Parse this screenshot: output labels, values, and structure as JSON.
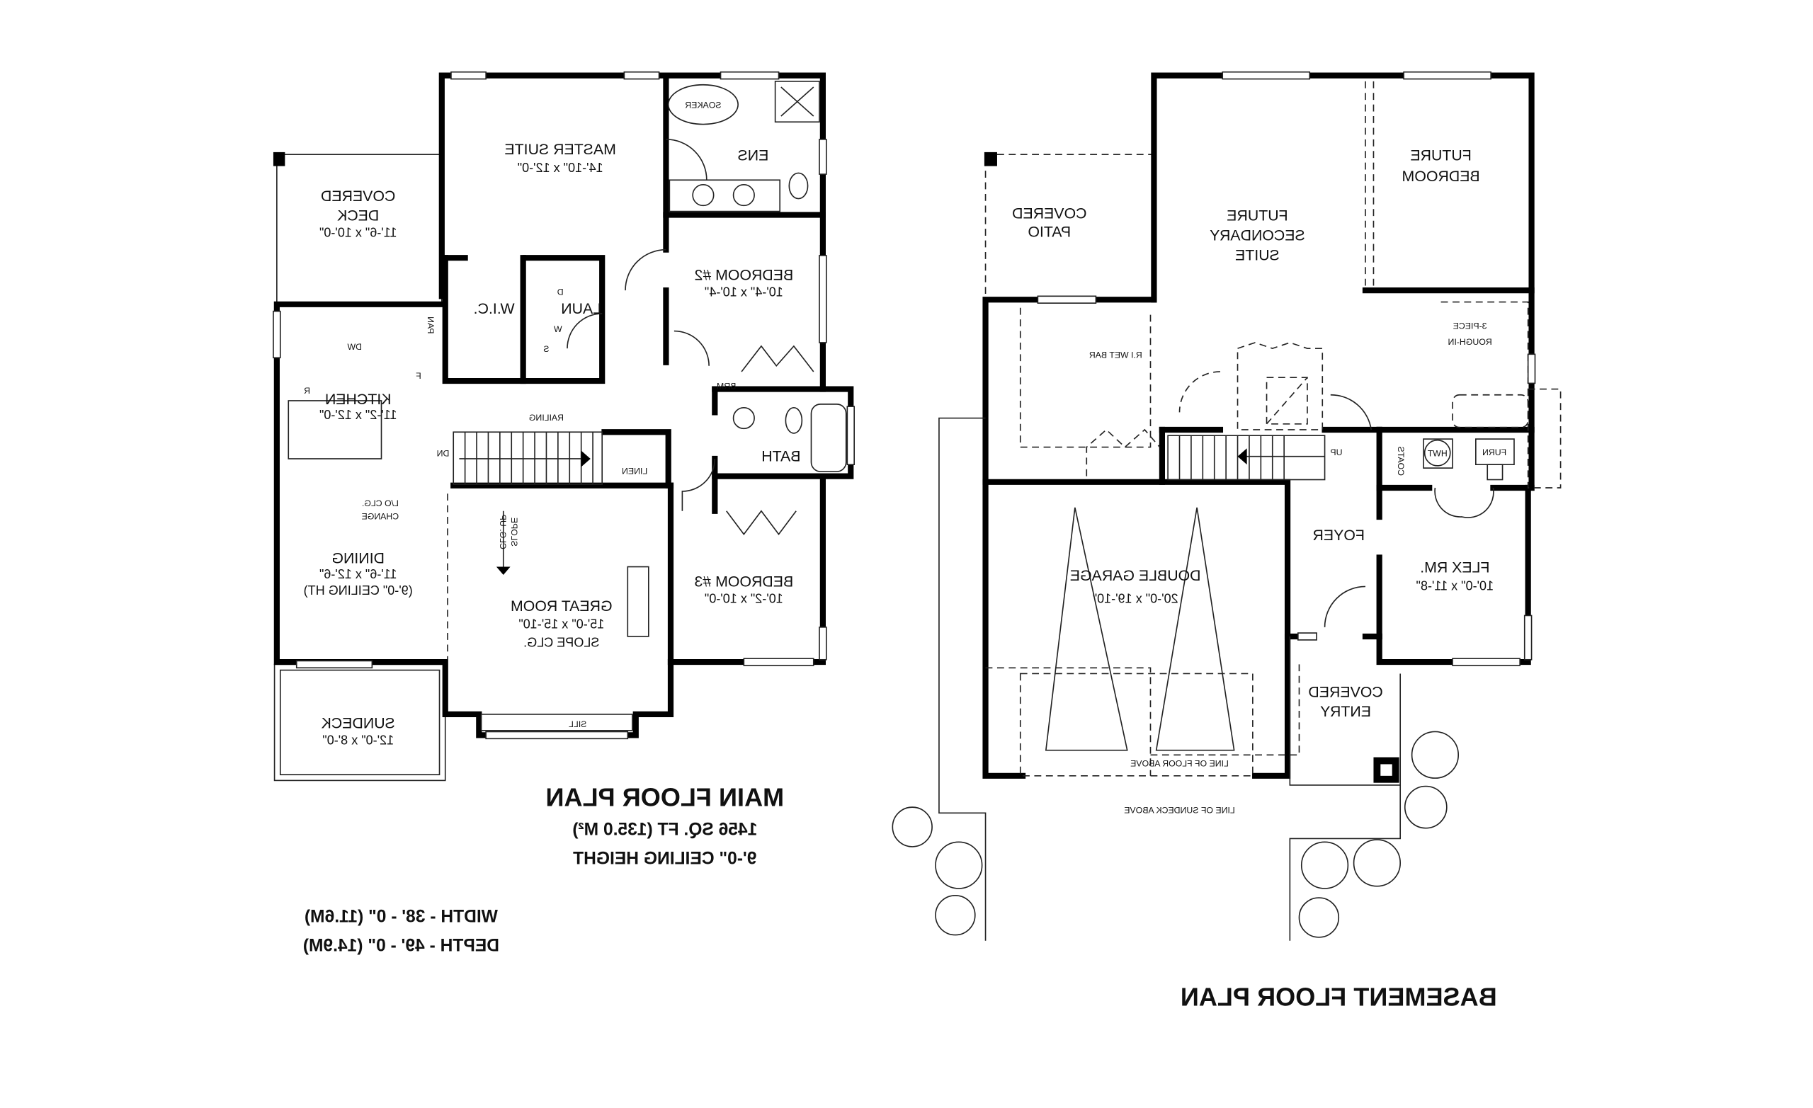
{
  "main_floor": {
    "title": "MAIN FLOOR PLAN",
    "area": "1456 SQ. FT (135.0 M²)",
    "ceiling": "9'-0\" CEILING HEIGHT",
    "width": "WIDTH - 38' - 0\" (11.6M)",
    "depth": "DEPTH - 49' - 0\" (14.9M)",
    "rooms": {
      "master": {
        "name": "MASTER SUITE",
        "size": "14'-10\" x 12'-0\""
      },
      "ens": {
        "name": "ENS"
      },
      "soaker": {
        "name": "SOAKER"
      },
      "covered_deck": {
        "name1": "COVERED",
        "name2": "DECK",
        "size": "11'-6\" x 10'-0\""
      },
      "bedroom2": {
        "name": "BEDROOM #2",
        "size": "10'-4\" x 10'-4\""
      },
      "wic": {
        "name": "W.I.C."
      },
      "laun": {
        "name": "LAUN"
      },
      "kitchen": {
        "name": "KITCHEN",
        "size": "11'-2\" x 12'-0\""
      },
      "dining": {
        "name": "DINING",
        "size": "11'-6\" x 12'-6\"",
        "note": "(9'-0\" CEILING HT)"
      },
      "great_room": {
        "name": "GREAT ROOM",
        "size": "15'-0\" x 15'-10\"",
        "note": "SLOPE CLG."
      },
      "bedroom3": {
        "name": "BEDROOM #3",
        "size": "10'-2\" x 10'-0\""
      },
      "sundeck": {
        "name": "SUNDECK",
        "size": "12'-0\" x 8'-0\""
      },
      "bath": {
        "name": "BATH"
      }
    },
    "labels": {
      "railing": "RAILING",
      "dn": "DN",
      "linen": "LINEN",
      "brm": "BRM",
      "lo_clg1": "L/O CLG.",
      "lo_clg2": "CHANGE",
      "slope1": "SLOPE",
      "slope2": "CLG. UP",
      "sill": "SILL",
      "dw": "DW",
      "pan": "PAN",
      "f": "F",
      "r": "R",
      "d": "D",
      "w": "W",
      "s": "S"
    }
  },
  "basement": {
    "title": "BASEMENT FLOOR PLAN",
    "rooms": {
      "future_bedroom": {
        "name1": "FUTURE",
        "name2": "BEDROOM"
      },
      "covered_patio": {
        "name1": "COVERED",
        "name2": "PATIO"
      },
      "secondary_suite": {
        "name1": "FUTURE",
        "name2": "SECONDARY",
        "name3": "SUITE"
      },
      "foyer": {
        "name": "FOYER"
      },
      "double_garage": {
        "name": "DOUBLE GARAGE",
        "size": "20'-0\" x 19'-10\""
      },
      "flex": {
        "name": "FLEX RM.",
        "size": "10'-0\" x 11'-8\""
      },
      "covered_entry": {
        "name1": "COVERED",
        "name2": "ENTRY"
      }
    },
    "labels": {
      "wet_bar": "R.I WET BAR",
      "rough1": "3-PIECE",
      "rough2": "ROUGH-IN",
      "up": "UP",
      "coats": "COATS",
      "hwt": "HWT",
      "furn": "FURN",
      "floor_above": "LINE OF FLOOR ABOVE",
      "sundeck_above": "LINE OF SUNDECK ABOVE"
    }
  },
  "display": {
    "mirrored": true,
    "line_color": "#000000",
    "background": "#ffffff"
  }
}
